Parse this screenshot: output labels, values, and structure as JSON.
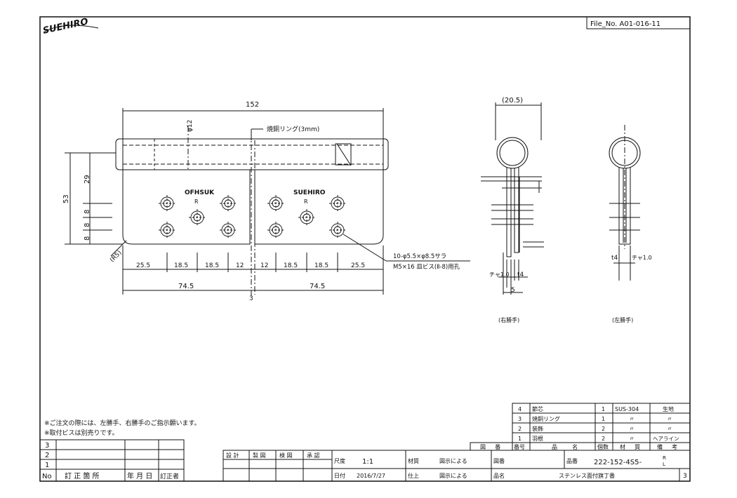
{
  "logo": {
    "text": "SUEHIRO"
  },
  "file_no": "File_No.  A01-016-11",
  "front_view": {
    "dim_total_width": "152",
    "dim_pin_dia": "φ12",
    "label_ring": "焼銅リング(3mm)",
    "dim_height": "53",
    "dim_29": "29",
    "dim_8": [
      "8",
      "8",
      "8"
    ],
    "dim_r5": "(R5)",
    "leaf_left_mark": "OFHSUK",
    "leaf_left_side": "R",
    "leaf_right_mark": "SUEHIRO",
    "leaf_right_side": "R",
    "bottom_dims": [
      "25.5",
      "18.5",
      "18.5",
      "12",
      "12",
      "18.5",
      "18.5",
      "25.5"
    ],
    "half_width_left": "74.5",
    "half_width_right": "74.5",
    "gap": "3",
    "hole_note_1": "10-φ5.5×φ8.5サラ",
    "hole_note_2": "M5×16 皿ビス(Ⅱ-8)用孔"
  },
  "side_view_right": {
    "dim_20_5": "(20.5)",
    "dim_t1": "チャ1.0",
    "dim_t4": "t4",
    "dim_5": "5",
    "caption": "(右勝手)"
  },
  "side_view_left": {
    "dim_t4": "t4",
    "dim_t1": "チャ1.0",
    "caption": "(左勝手)"
  },
  "notes": [
    "※ご注文の際には、左勝手、右勝手のご指示願います。",
    "※取付ビスは別売りです。"
  ],
  "revision_table": {
    "rows": [
      "3",
      "2",
      "1"
    ],
    "header": [
      "No",
      "訂 正 箇 所",
      "年 月 日",
      "訂正者"
    ]
  },
  "parts_table": {
    "rows": [
      {
        "no": "4",
        "name": "節芯",
        "qty": "1",
        "material": "SUS-304",
        "note": "生地"
      },
      {
        "no": "3",
        "name": "焼銅リング",
        "qty": "1",
        "material": "〃",
        "note": "〃"
      },
      {
        "no": "2",
        "name": "装飾",
        "qty": "2",
        "material": "〃",
        "note": "〃"
      },
      {
        "no": "1",
        "name": "羽根",
        "qty": "2",
        "material": "〃",
        "note": "ヘアライン"
      }
    ],
    "header": [
      "図 　 番",
      "番号",
      "品 　　 名",
      "個数",
      "材 　 質",
      "備 　 考"
    ]
  },
  "title_block": {
    "sign_labels": [
      "設 計",
      "製 図",
      "検 図",
      "承 認"
    ],
    "scale_label": "尺度",
    "scale_value": "1:1",
    "date_label": "日付",
    "date_value": "2016/7/27",
    "material_label": "材質",
    "material_value": "図示による",
    "finish_label": "仕上",
    "finish_value": "図示による",
    "drawing_no_label": "図番",
    "product_no_label": "品番",
    "product_no_value": "222-152-4S5-",
    "product_no_suffix_r": "R",
    "product_no_suffix_l": "L",
    "product_name_label": "品名",
    "product_name_value": "ステンレス面付旗丁番",
    "sheet_no": "3"
  }
}
